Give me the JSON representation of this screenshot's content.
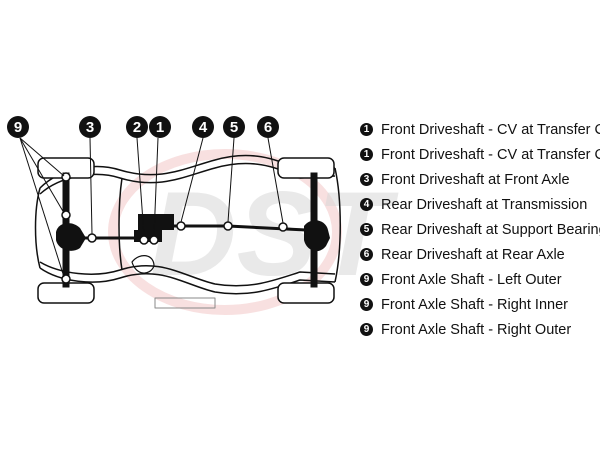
{
  "watermark": {
    "text": "DST",
    "color": "#d9d9d9",
    "accent_color": "#f4caca"
  },
  "callouts": [
    {
      "id": "callout-9",
      "number": "9"
    },
    {
      "id": "callout-3",
      "number": "3"
    },
    {
      "id": "callout-2",
      "number": "2"
    },
    {
      "id": "callout-1",
      "number": "1"
    },
    {
      "id": "callout-4",
      "number": "4"
    },
    {
      "id": "callout-5",
      "number": "5"
    },
    {
      "id": "callout-6",
      "number": "6"
    }
  ],
  "legend": [
    {
      "number": "1",
      "label": "Front Driveshaft - CV at Transfer Case"
    },
    {
      "number": "1",
      "label": "Front Driveshaft - CV at Transfer Case"
    },
    {
      "number": "3",
      "label": "Front Driveshaft at Front Axle"
    },
    {
      "number": "4",
      "label": "Rear Driveshaft at Transmission"
    },
    {
      "number": "5",
      "label": "Rear Driveshaft at Support Bearing"
    },
    {
      "number": "6",
      "label": "Rear Driveshaft at Rear Axle"
    },
    {
      "number": "9",
      "label": "Front Axle Shaft - Left Outer"
    },
    {
      "number": "9",
      "label": "Front Axle Shaft - Right Inner"
    },
    {
      "number": "9",
      "label": "Front Axle Shaft - Right Outer"
    }
  ],
  "colors": {
    "ink": "#111111",
    "paper": "#ffffff"
  }
}
